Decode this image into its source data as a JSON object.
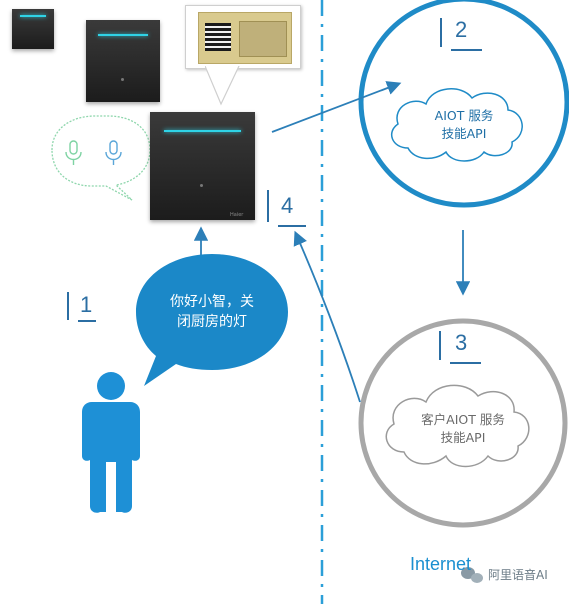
{
  "labels": {
    "step1": "1",
    "step2": "2",
    "step3": "3",
    "step4": "4"
  },
  "speech_bubble": {
    "line1": "你好小智，关",
    "line2": "闭厨房的灯"
  },
  "cloud_aiot": {
    "line1": "AIOT 服务",
    "line2": "技能API"
  },
  "cloud_customer": {
    "line1": "客户AIOT 服务",
    "line2": "技能API"
  },
  "internet_label": "Internet",
  "watermark": "阿里语音AI",
  "colors": {
    "accent_blue": "#1a8fd0",
    "ring_blue": "#1f8bc7",
    "ring_gray": "#a8a8a8",
    "person_blue": "#1e90d6",
    "mic_green": "#7ed3a3",
    "led_cyan": "#2fd3e6"
  },
  "icons": [
    "microphone-icon",
    "person-icon",
    "cloud-icon",
    "wechat-icon"
  ]
}
